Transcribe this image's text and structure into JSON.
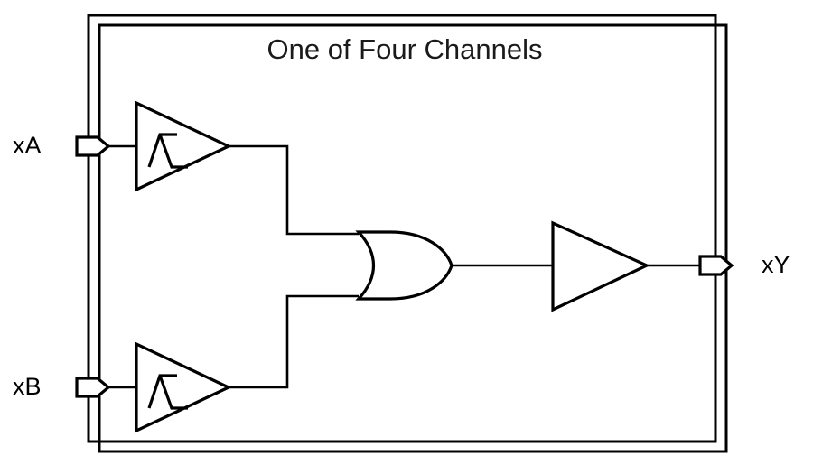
{
  "diagram": {
    "title": "One of Four Channels",
    "kind": "logic-schematic",
    "background_color": "#ffffff",
    "line_color": "#000000"
  },
  "ports": {
    "input_a": {
      "label": "xA",
      "type": "input-pin"
    },
    "input_b": {
      "label": "xB",
      "type": "input-pin"
    },
    "output_y": {
      "label": "xY",
      "type": "output-pin"
    }
  },
  "components": [
    {
      "id": "buffer-a",
      "name": "schmitt-trigger-buffer-a",
      "symbol": "schmitt-buffer",
      "inner_glyph": "hysteresis"
    },
    {
      "id": "buffer-b",
      "name": "schmitt-trigger-buffer-b",
      "symbol": "schmitt-buffer",
      "inner_glyph": "hysteresis"
    },
    {
      "id": "or-gate",
      "name": "or-gate",
      "symbol": "or"
    },
    {
      "id": "output-buffer",
      "name": "output-buffer",
      "symbol": "buffer"
    }
  ],
  "nets": [
    {
      "from": "input_a",
      "to": "buffer-a"
    },
    {
      "from": "input_b",
      "to": "buffer-b"
    },
    {
      "from": "buffer-a",
      "to": "or-gate.in1"
    },
    {
      "from": "buffer-b",
      "to": "or-gate.in2"
    },
    {
      "from": "or-gate",
      "to": "output-buffer"
    },
    {
      "from": "output-buffer",
      "to": "output_y"
    }
  ],
  "channel_boxes": {
    "count": 2,
    "note": "stacked offset rectangles indicating repeated channels"
  }
}
